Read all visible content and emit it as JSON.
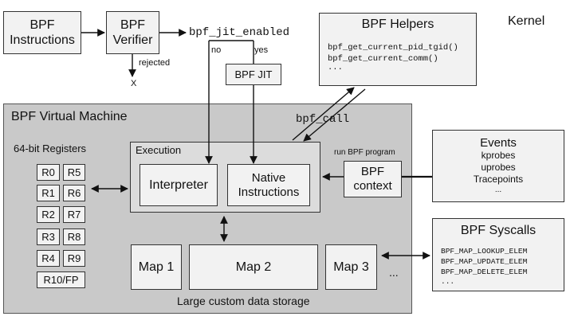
{
  "instructions": "BPF Instructions",
  "verifier": "BPF Verifier",
  "rejected": "rejected",
  "x_mark": "X",
  "jit_enabled": "bpf_jit_enabled",
  "no": "no",
  "yes": "yes",
  "bpf_jit": "BPF JIT",
  "helpers": {
    "title": "BPF Helpers",
    "items": [
      "bpf_get_current_pid_tgid()",
      "bpf_get_current_comm()",
      "..."
    ]
  },
  "kernel": "Kernel",
  "vm_title": "BPF Virtual Machine",
  "bpf_call": "bpf_call",
  "registers_title": "64-bit Registers",
  "registers": [
    "R0",
    "R5",
    "R1",
    "R6",
    "R2",
    "R7",
    "R3",
    "R8",
    "R4",
    "R9",
    "R10/FP"
  ],
  "execution": "Execution",
  "interpreter": "Interpreter",
  "native": "Native Instructions",
  "run_program": "run BPF program",
  "context": "BPF context",
  "events": {
    "title": "Events",
    "items": [
      "kprobes",
      "uprobes",
      "Tracepoints",
      "..."
    ]
  },
  "maps": [
    "Map 1",
    "Map 2",
    "Map 3"
  ],
  "maps_more": "...",
  "storage": "Large custom data storage",
  "syscalls": {
    "title": "BPF Syscalls",
    "items": [
      "BPF_MAP_LOOKUP_ELEM",
      "BPF_MAP_UPDATE_ELEM",
      "BPF_MAP_DELETE_ELEM",
      "..."
    ]
  }
}
